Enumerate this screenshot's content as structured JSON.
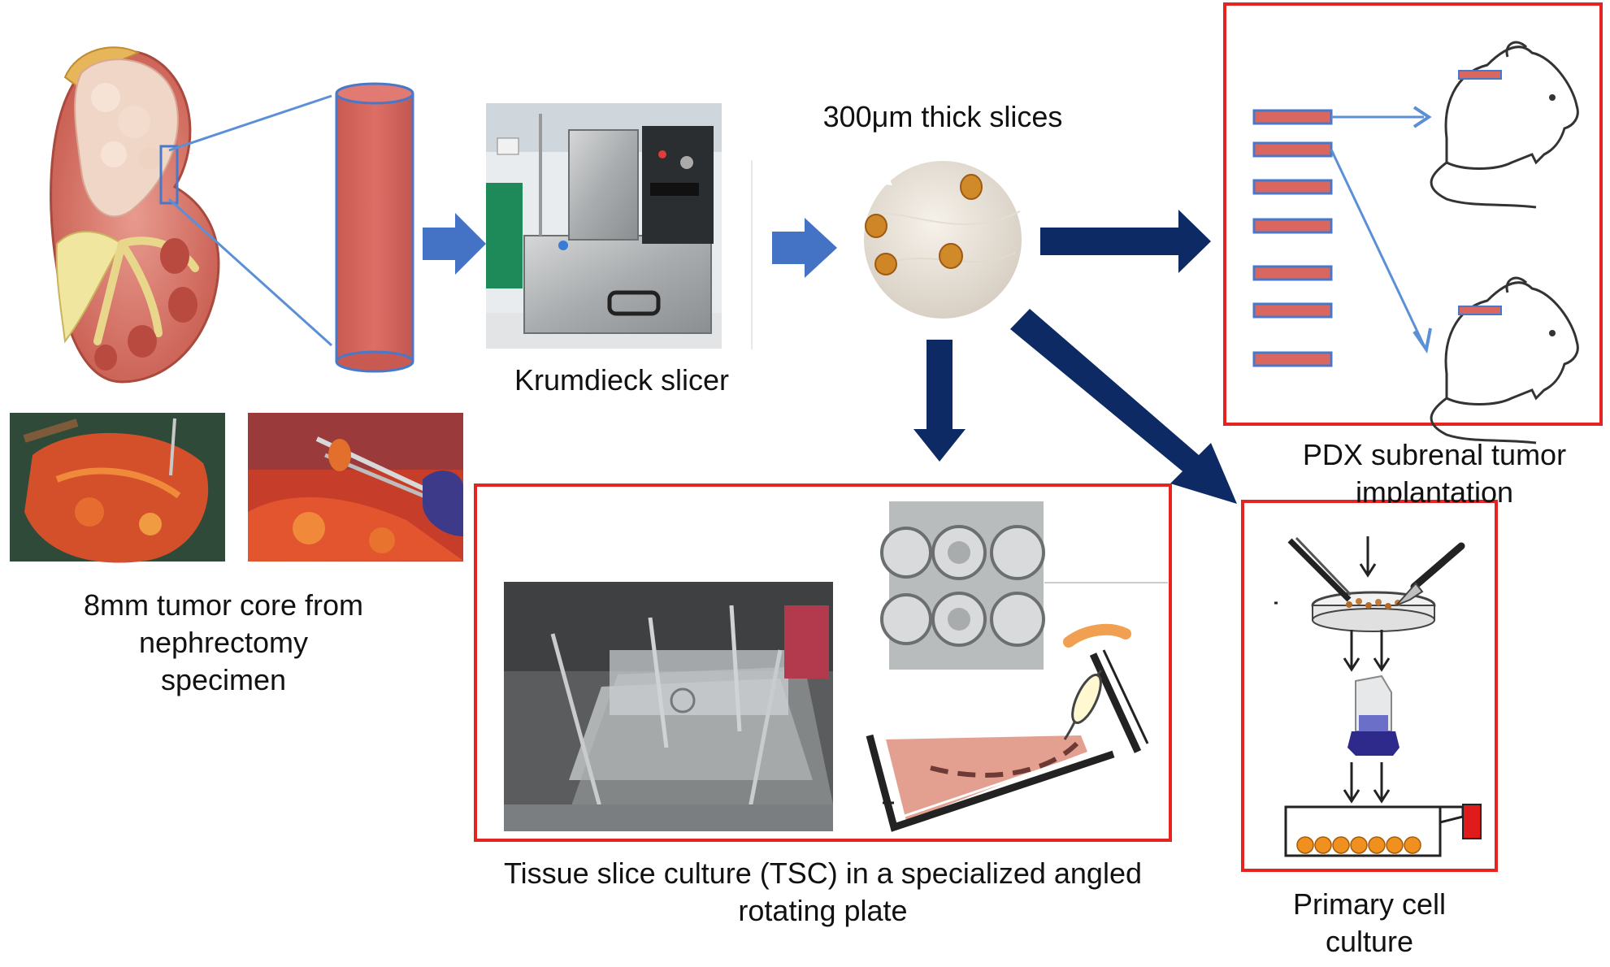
{
  "labels": {
    "slicer": "Krumdieck slicer",
    "slices": "300μm thick slices",
    "core_line1": "8mm tumor core from",
    "core_line2": "nephrectomy",
    "core_line3": "specimen",
    "pdx_line1": "PDX subrenal tumor",
    "pdx_line2": "implantation",
    "tsc_line1": "Tissue slice culture (TSC) in a specialized angled",
    "tsc_line2": "rotating plate",
    "primary_line1": "Primary cell",
    "primary_line2": "culture"
  },
  "colors": {
    "box_border": "#e52421",
    "tissue": "#d9675f",
    "tissue_edge": "#4a78c8",
    "arrow_light": "#4472c4",
    "arrow_dark": "#0d2a64",
    "connector_line": "#5b8fd6",
    "orange_cell": "#f0901e",
    "cap_purple": "#2e2a8c",
    "flask_cap": "#e01b1b"
  },
  "icons": [
    "kidney-illustration",
    "tissue-core-cylinder",
    "slicer-photo",
    "petri-dish-photo",
    "mouse-icon",
    "tweezers-icon",
    "scalpel-icon",
    "centrifuge-tube-icon",
    "culture-flask-icon",
    "well-plate-photo",
    "angled-plate-icon",
    "rotator-photo"
  ]
}
